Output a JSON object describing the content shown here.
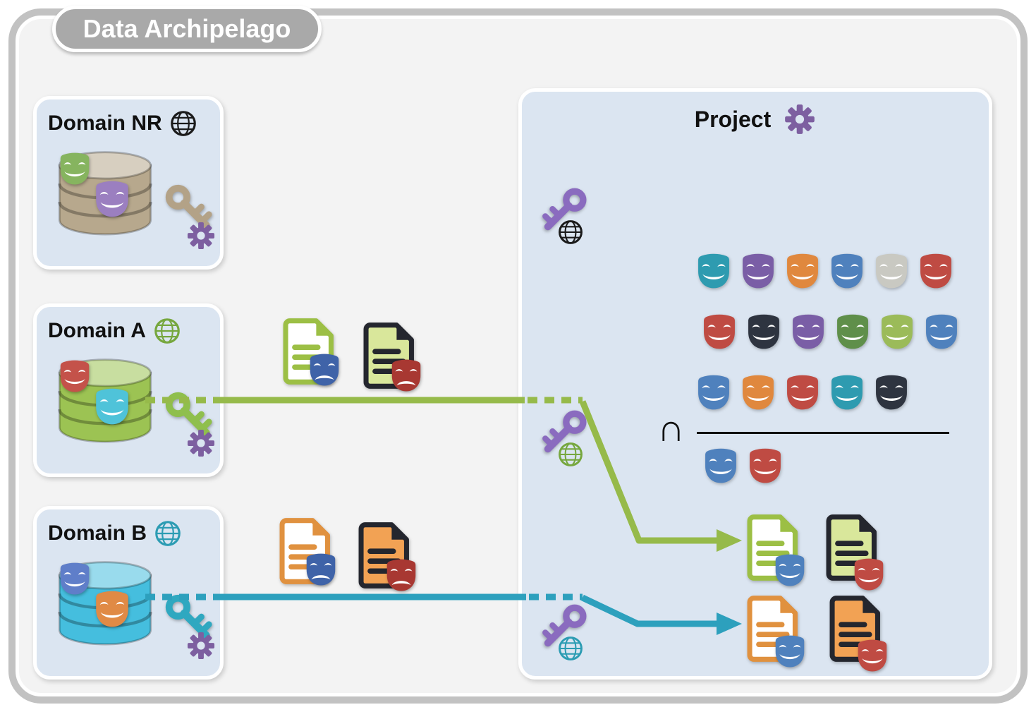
{
  "title_tab": "Data Archipelago",
  "colors": {
    "frame_border": "#c2c2c2",
    "canvas_bg": "#f3f3f3",
    "panel_bg": "#dbe5f1",
    "tab_bg": "#a9a9a9",
    "tab_text": "#ffffff",
    "title_text": "#111111",
    "green": "#96ba4a",
    "teal": "#2da0bd",
    "purple": "#7d5fa0",
    "line_black": "#111111"
  },
  "icons": {
    "globe": "circle-with-meridians",
    "key": "round-bow-key-with-two-teeth",
    "gear": "eight-tooth-gear",
    "database": "three-tier-cylinder-stack",
    "theater-mask": "smiling-or-frowning-theater-mask",
    "document": "page-with-folded-corner-and-text-lines",
    "intersection": "∩"
  },
  "domains": [
    {
      "label": "Domain NR",
      "globe_color": "#1a1a1a",
      "db_color": "#b7a88d",
      "mask_colors": [
        "#86b45f",
        "#9b7fc0"
      ],
      "key_color": "#b3a287",
      "gear_color": "#7d5fa0"
    },
    {
      "label": "Domain A",
      "globe_color": "#76a73e",
      "db_color": "#9cc353",
      "mask_colors": [
        "#c4524a",
        "#4fc3d9"
      ],
      "key_color": "#8fbf4d",
      "gear_color": "#7d5fa0"
    },
    {
      "label": "Domain B",
      "globe_color": "#2c9cb3",
      "db_color": "#45bede",
      "mask_colors": [
        "#5f7ec9",
        "#e08a45"
      ],
      "key_color": "#2fa8c0",
      "gear_color": "#7d5fa0"
    }
  ],
  "transfers": [
    {
      "from": "Domain A",
      "docs": [
        {
          "variant": "outline",
          "color": "#9cbf45",
          "mask": "#3f63a8"
        },
        {
          "variant": "filled",
          "color": "#d9e79b",
          "mask": "#a83832"
        }
      ]
    },
    {
      "from": "Domain B",
      "docs": [
        {
          "variant": "outline",
          "color": "#e0913f",
          "mask": "#3f63a8"
        },
        {
          "variant": "filled",
          "color": "#f2a254",
          "mask": "#a83832"
        }
      ]
    }
  ],
  "project": {
    "label": "Project",
    "gear_color": "#7d5fa0",
    "keys": [
      {
        "key_color": "#8a6bbf",
        "globe_color": "#1a1a1a"
      },
      {
        "key_color": "#8a6bbf",
        "globe_color": "#76a73e"
      },
      {
        "key_color": "#8a6bbf",
        "globe_color": "#2c9cb3"
      }
    ],
    "mask_rows": [
      [
        "#2e9bb0",
        "#7a5ea6",
        "#e0883e",
        "#4f81bd",
        "#c9c9c2",
        "#bf4b43"
      ],
      [
        "#bf4b43",
        "#2e3440",
        "#7a5ea6",
        "#5f8f4a",
        "#9bbb59",
        "#4f81bd"
      ],
      [
        "#4f81bd",
        "#e0883e",
        "#bf4b43",
        "#2e9bb0",
        "#2e3440"
      ]
    ],
    "intersection_symbol": "∩",
    "result_masks": [
      "#4f81bd",
      "#bf4b43"
    ],
    "outputs": [
      {
        "docs": [
          {
            "variant": "outline",
            "color": "#9cbf45",
            "mask": "#4f81bd"
          },
          {
            "variant": "filled",
            "color": "#d9e79b",
            "mask": "#bf4b43"
          }
        ]
      },
      {
        "docs": [
          {
            "variant": "outline",
            "color": "#e0913f",
            "mask": "#4f81bd"
          },
          {
            "variant": "filled",
            "color": "#f2a254",
            "mask": "#bf4b43"
          }
        ]
      }
    ]
  }
}
